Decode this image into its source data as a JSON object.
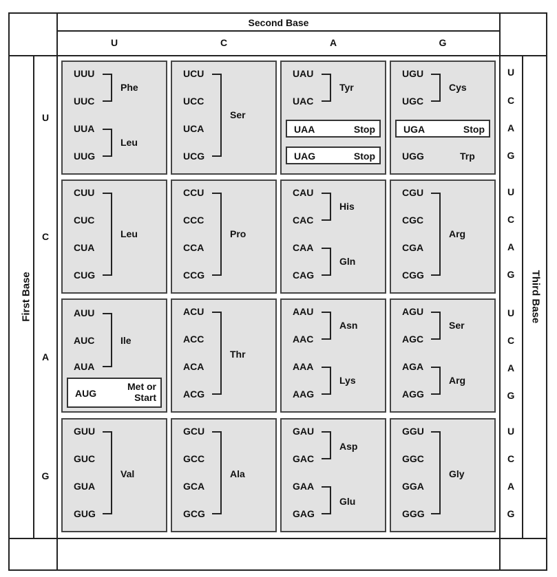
{
  "headers": {
    "second_base": "Second Base",
    "first_base": "First Base",
    "third_base": "Third Base"
  },
  "second_base_letters": [
    "U",
    "C",
    "A",
    "G"
  ],
  "first_base_letters": [
    "U",
    "C",
    "A",
    "G"
  ],
  "third_base_letters": [
    "U",
    "C",
    "A",
    "G"
  ],
  "cells": [
    [
      {
        "codons": [
          "UUU",
          "UUC",
          "UUA",
          "UUG"
        ],
        "amino": [
          "Phe",
          "Leu"
        ]
      },
      {
        "codons": [
          "UCU",
          "UCC",
          "UCA",
          "UCG"
        ],
        "amino": [
          "Ser"
        ]
      },
      {
        "codons": [
          "UAU",
          "UAC",
          "UAA",
          "UAG"
        ],
        "amino": [
          "Tyr",
          "Stop",
          "Stop"
        ]
      },
      {
        "codons": [
          "UGU",
          "UGC",
          "UGA",
          "UGG"
        ],
        "amino": [
          "Cys",
          "Stop",
          "Trp"
        ]
      }
    ],
    [
      {
        "codons": [
          "CUU",
          "CUC",
          "CUA",
          "CUG"
        ],
        "amino": [
          "Leu"
        ]
      },
      {
        "codons": [
          "CCU",
          "CCC",
          "CCA",
          "CCG"
        ],
        "amino": [
          "Pro"
        ]
      },
      {
        "codons": [
          "CAU",
          "CAC",
          "CAA",
          "CAG"
        ],
        "amino": [
          "His",
          "Gln"
        ]
      },
      {
        "codons": [
          "CGU",
          "CGC",
          "CGA",
          "CGG"
        ],
        "amino": [
          "Arg"
        ]
      }
    ],
    [
      {
        "codons": [
          "AUU",
          "AUC",
          "AUA",
          "AUG"
        ],
        "amino": [
          "Ile",
          "Met or\nStart"
        ]
      },
      {
        "codons": [
          "ACU",
          "ACC",
          "ACA",
          "ACG"
        ],
        "amino": [
          "Thr"
        ]
      },
      {
        "codons": [
          "AAU",
          "AAC",
          "AAA",
          "AAG"
        ],
        "amino": [
          "Asn",
          "Lys"
        ]
      },
      {
        "codons": [
          "AGU",
          "AGC",
          "AGA",
          "AGG"
        ],
        "amino": [
          "Ser",
          "Arg"
        ]
      }
    ],
    [
      {
        "codons": [
          "GUU",
          "GUC",
          "GUA",
          "GUG"
        ],
        "amino": [
          "Val"
        ]
      },
      {
        "codons": [
          "GCU",
          "GCC",
          "GCA",
          "GCG"
        ],
        "amino": [
          "Ala"
        ]
      },
      {
        "codons": [
          "GAU",
          "GAC",
          "GAA",
          "GAG"
        ],
        "amino": [
          "Asp",
          "Glu"
        ]
      },
      {
        "codons": [
          "GGU",
          "GGC",
          "GGA",
          "GGG"
        ],
        "amino": [
          "Gly"
        ]
      }
    ]
  ]
}
